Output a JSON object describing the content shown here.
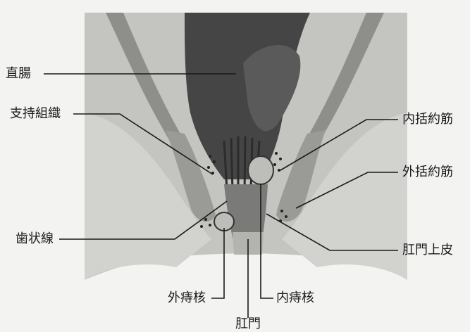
{
  "labels": {
    "rectum": "直腸",
    "supporting_tissue": "支持組織",
    "dentate_line": "歯状線",
    "internal_sphincter": "内括約筋",
    "external_sphincter": "外括約筋",
    "anoderm": "肛門上皮",
    "external_hemorrhoid": "外痔核",
    "internal_hemorrhoid": "内痔核",
    "anus": "肛門"
  },
  "colors": {
    "background": "#f3f3f1",
    "tissue": "#c4c4c0",
    "lumen": "#444444",
    "muscle": "#8e8e8a",
    "leader_line": "#1a1a1a"
  }
}
